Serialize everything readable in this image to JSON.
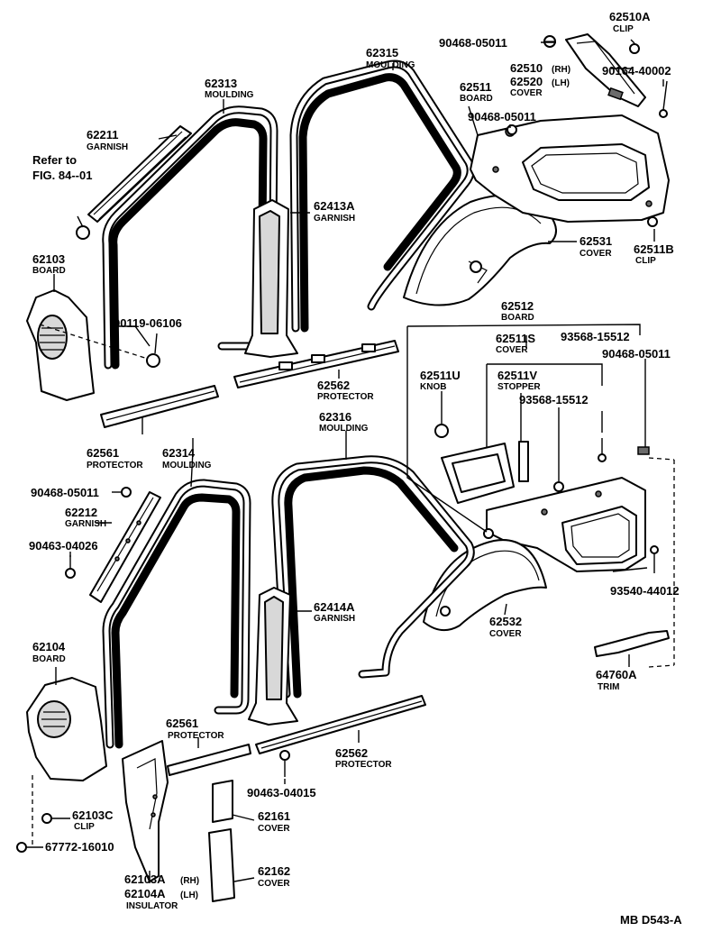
{
  "labels": {
    "l62510A": {
      "num": "62510A",
      "cap": "CLIP"
    },
    "l90468a": {
      "num": "90468-05011"
    },
    "l62510": {
      "num": "62510",
      "suffix": "(RH)"
    },
    "l62520": {
      "num": "62520",
      "suffix": "(LH)",
      "cap": "COVER"
    },
    "l90164": {
      "num": "90164-40002"
    },
    "l62315": {
      "num": "62315",
      "cap": "MOULDING"
    },
    "l62313": {
      "num": "62313",
      "cap": "MOULDING"
    },
    "l62511": {
      "num": "62511",
      "cap": "BOARD"
    },
    "l90468b": {
      "num": "90468-05011"
    },
    "l62211": {
      "num": "62211",
      "cap": "GARNISH"
    },
    "lrefer": {
      "line1": "Refer to",
      "line2": "FIG. 84--01"
    },
    "l62413A": {
      "num": "62413A",
      "cap": "GARNISH"
    },
    "l62531": {
      "num": "62531",
      "cap": "COVER"
    },
    "l62511B": {
      "num": "62511B",
      "cap": "CLIP"
    },
    "l62103": {
      "num": "62103",
      "cap": "BOARD"
    },
    "l90119": {
      "num": "90119-06106"
    },
    "l62512": {
      "num": "62512",
      "cap": "BOARD"
    },
    "l62511S": {
      "num": "62511S",
      "cap": "COVER"
    },
    "l93568a": {
      "num": "93568-15512"
    },
    "l90468c": {
      "num": "90468-05011"
    },
    "l62562a": {
      "num": "62562",
      "cap": "PROTECTOR"
    },
    "l62511U": {
      "num": "62511U",
      "cap": "KNOB"
    },
    "l62511V": {
      "num": "62511V",
      "cap": "STOPPER"
    },
    "l93568b": {
      "num": "93568-15512"
    },
    "l62316": {
      "num": "62316",
      "cap": "MOULDING"
    },
    "l62561a": {
      "num": "62561",
      "cap": "PROTECTOR"
    },
    "l62314": {
      "num": "62314",
      "cap": "MOULDING"
    },
    "l90468d": {
      "num": "90468-05011"
    },
    "l62212": {
      "num": "62212",
      "cap": "GARNISH"
    },
    "l90463a": {
      "num": "90463-04026"
    },
    "l62414A": {
      "num": "62414A",
      "cap": "GARNISH"
    },
    "l93540": {
      "num": "93540-44012"
    },
    "l62532": {
      "num": "62532",
      "cap": "COVER"
    },
    "l62104": {
      "num": "62104",
      "cap": "BOARD"
    },
    "l64760A": {
      "num": "64760A",
      "cap": "TRIM"
    },
    "l62561b": {
      "num": "62561",
      "cap": "PROTECTOR"
    },
    "l62562b": {
      "num": "62562",
      "cap": "PROTECTOR"
    },
    "l90463b": {
      "num": "90463-04015"
    },
    "l62103C": {
      "num": "62103C",
      "cap": "CLIP"
    },
    "l62161": {
      "num": "62161",
      "cap": "COVER"
    },
    "l67772": {
      "num": "67772-16010"
    },
    "l62103A": {
      "num": "62103A",
      "suffix": "(RH)"
    },
    "l62104A": {
      "num": "62104A",
      "suffix": "(LH)",
      "cap": "INSULATOR"
    },
    "l62162": {
      "num": "62162",
      "cap": "COVER"
    },
    "figref": {
      "num": "MB D543-A"
    }
  }
}
